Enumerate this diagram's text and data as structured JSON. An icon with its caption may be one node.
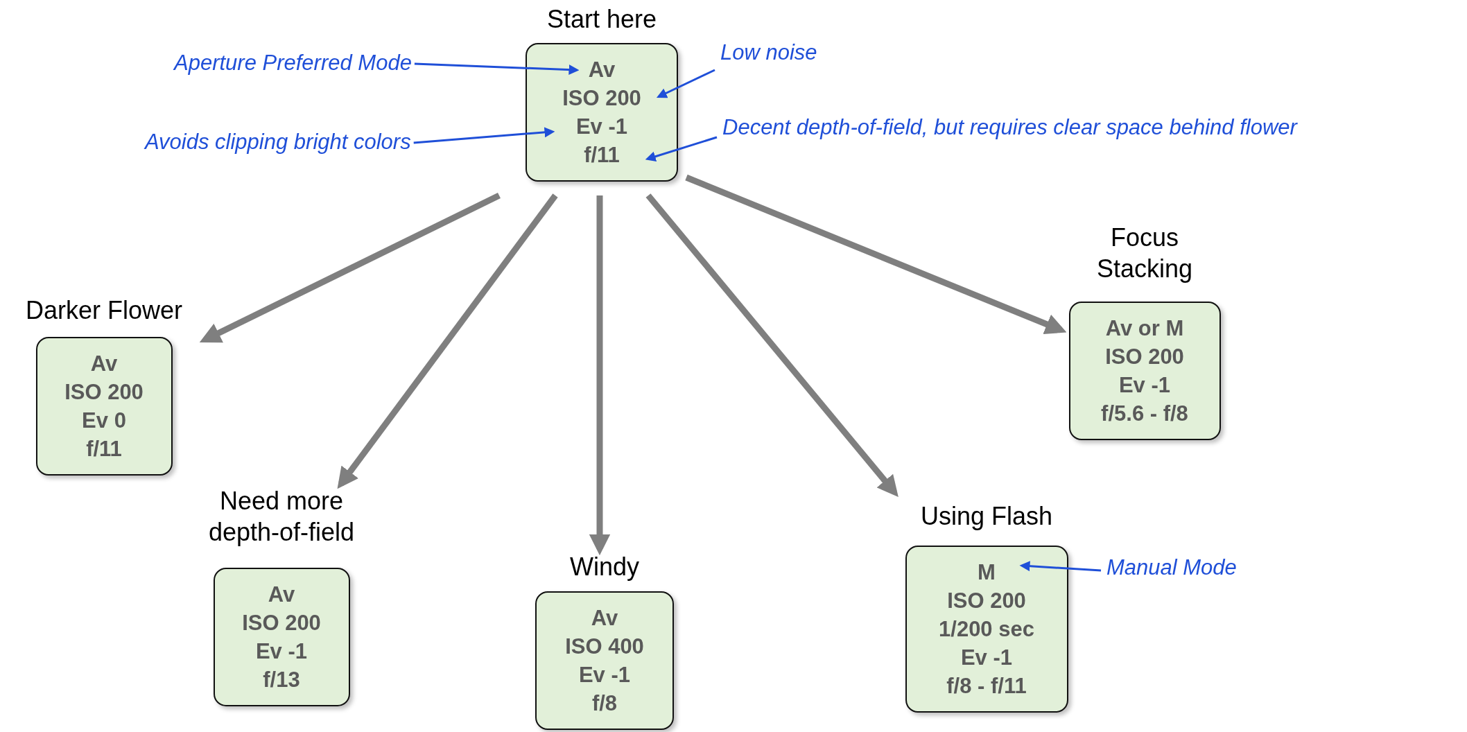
{
  "diagram": {
    "nodes": [
      {
        "text": [
          "Start here",
          "Av",
          "ISO 200",
          "Ev -1",
          "f/11"
        ]
      },
      {
        "text": [
          "Darker Flower",
          "Av",
          "ISO 200",
          "Ev 0",
          "f/11"
        ]
      },
      {
        "text": [
          "Need more depth-of-field",
          "Av",
          "ISO 200",
          "Ev -1",
          "f/13"
        ]
      },
      {
        "text": [
          "Windy",
          "Av",
          "ISO 400",
          "Ev -1",
          "f/8"
        ]
      },
      {
        "text": [
          "Using Flash",
          "M",
          "ISO 200",
          "1/200 sec",
          "Ev -1",
          "f/8 - f/11"
        ]
      },
      {
        "text": [
          "Focus Stacking",
          "Av or M",
          "ISO 200",
          "Ev -1",
          "f/5.6 - f/8"
        ]
      },
      {
        "text": [
          "Aperture Preferred Mode"
        ]
      },
      {
        "text": [
          "Low noise"
        ]
      },
      {
        "text": [
          "Avoids clipping bright colors"
        ]
      },
      {
        "text": [
          "Decent depth-of-field, but requires clear space behind flower"
        ]
      },
      {
        "text": [
          "Manual Mode"
        ]
      }
    ],
    "edges": [
      {
        "from": 0,
        "to": 1,
        "arrow": "to",
        "style": "thick",
        "color": "#7f7f7f"
      },
      {
        "from": 0,
        "to": 2,
        "arrow": "to",
        "style": "thick",
        "color": "#7f7f7f"
      },
      {
        "from": 0,
        "to": 3,
        "arrow": "to",
        "style": "thick",
        "color": "#7f7f7f"
      },
      {
        "from": 0,
        "to": 4,
        "arrow": "to",
        "style": "thick",
        "color": "#7f7f7f"
      },
      {
        "from": 0,
        "to": 5,
        "arrow": "to",
        "style": "thick",
        "color": "#7f7f7f"
      },
      {
        "from": 6,
        "to": 0,
        "arrow": "to",
        "color": "#1f4fd8"
      },
      {
        "from": 7,
        "to": 0,
        "arrow": "to",
        "color": "#1f4fd8"
      },
      {
        "from": 8,
        "to": 0,
        "arrow": "to",
        "color": "#1f4fd8"
      },
      {
        "from": 9,
        "to": 0,
        "arrow": "to",
        "color": "#1f4fd8"
      },
      {
        "from": 10,
        "to": 4,
        "arrow": "to",
        "color": "#1f4fd8"
      }
    ]
  }
}
